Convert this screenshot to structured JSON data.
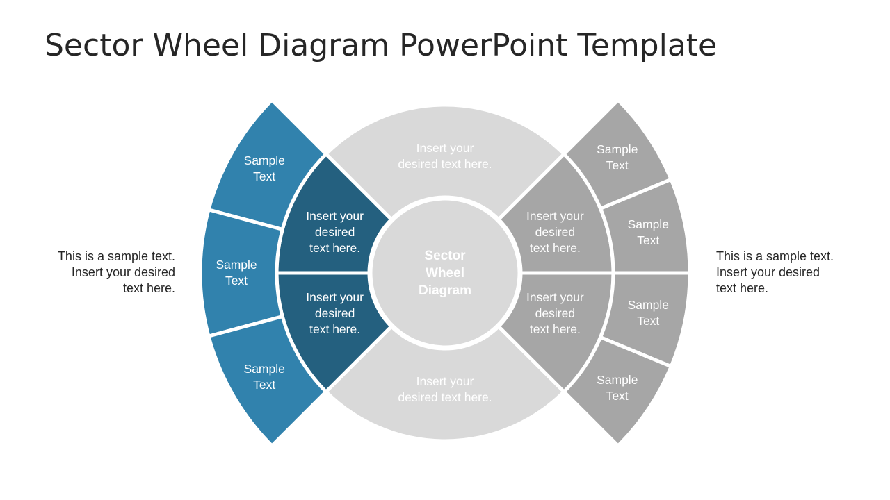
{
  "title": "Sector Wheel Diagram PowerPoint Template",
  "colors": {
    "blue_outer": "#3182AD",
    "blue_inner": "#24607F",
    "gray_light": "#D9D9D9",
    "gray_dark": "#A6A6A6",
    "text_dark": "#262626",
    "text_white": "#FFFFFF"
  },
  "center": {
    "lines": [
      "Sector",
      "Wheel",
      "Diagram"
    ]
  },
  "top_segment": {
    "lines": [
      "Insert your",
      "desired text here."
    ]
  },
  "bottom_segment": {
    "lines": [
      "Insert your",
      "desired text here."
    ]
  },
  "left_inner": [
    {
      "lines": [
        "Insert your",
        "desired",
        "text here."
      ]
    },
    {
      "lines": [
        "Insert your",
        "desired",
        "text here."
      ]
    }
  ],
  "right_inner": [
    {
      "lines": [
        "Insert your",
        "desired",
        "text here."
      ]
    },
    {
      "lines": [
        "Insert your",
        "desired",
        "text here."
      ]
    }
  ],
  "left_outer": [
    {
      "lines": [
        "Sample",
        "Text"
      ]
    },
    {
      "lines": [
        "Sample",
        "Text"
      ]
    },
    {
      "lines": [
        "Sample",
        "Text"
      ]
    }
  ],
  "right_outer": [
    {
      "lines": [
        "Sample",
        "Text"
      ]
    },
    {
      "lines": [
        "Sample",
        "Text"
      ]
    },
    {
      "lines": [
        "Sample",
        "Text"
      ]
    },
    {
      "lines": [
        "Sample",
        "Text"
      ]
    }
  ],
  "left_note": {
    "lines": [
      "This is a sample text.",
      "Insert your desired",
      "text here."
    ]
  },
  "right_note": {
    "lines": [
      "This is a sample text.",
      "Insert your desired",
      "text here."
    ]
  }
}
